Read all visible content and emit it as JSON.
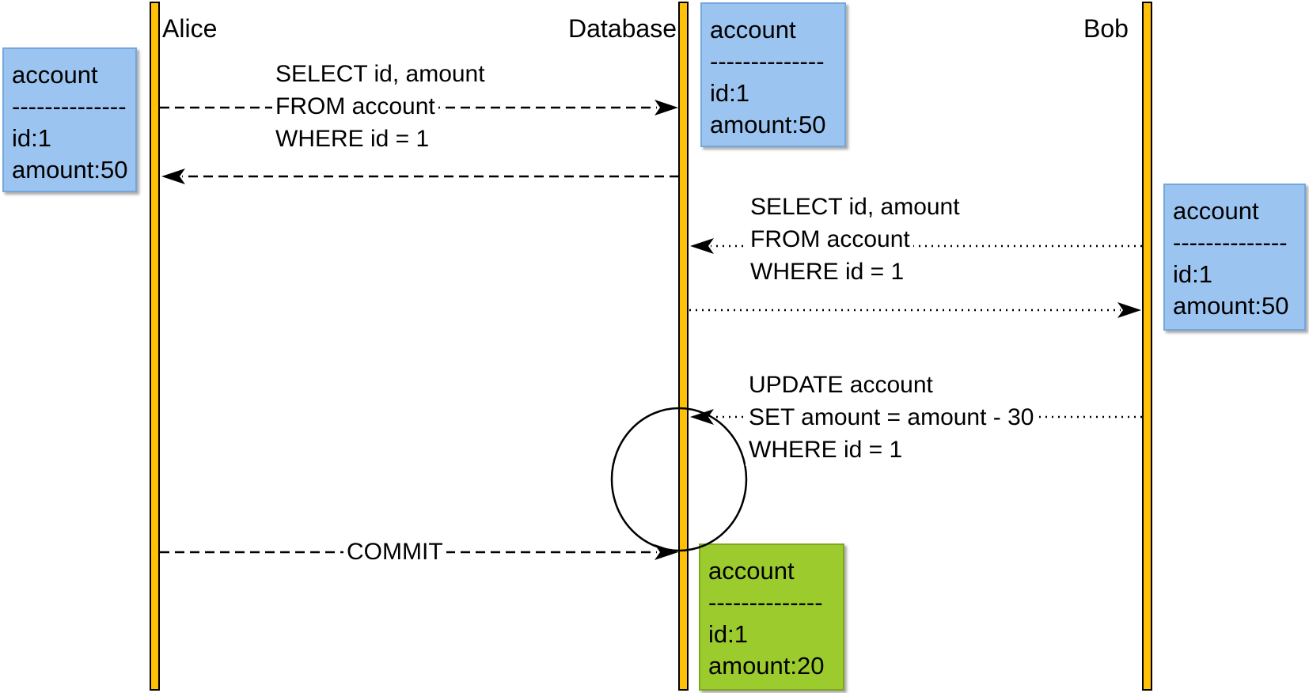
{
  "actors": [
    {
      "name": "Alice"
    },
    {
      "name": "Database"
    },
    {
      "name": "Bob"
    }
  ],
  "state_boxes": [
    {
      "owner": "Alice",
      "title": "account",
      "divider": "--------------",
      "fields": [
        "id:1",
        "amount:50"
      ],
      "fill": "#9BC4F0"
    },
    {
      "owner": "Database",
      "title": "account",
      "divider": "--------------",
      "fields": [
        "id:1",
        "amount:50"
      ],
      "fill": "#9BC4F0"
    },
    {
      "owner": "Bob",
      "title": "account",
      "divider": "--------------",
      "fields": [
        "id:1",
        "amount:50"
      ],
      "fill": "#9BC4F0"
    },
    {
      "owner": "Database",
      "title": "account",
      "divider": "--------------",
      "fields": [
        "id:1",
        "amount:20"
      ],
      "fill": "#9CCB2D"
    }
  ],
  "messages": [
    {
      "from": "Alice",
      "to": "Database",
      "style": "dashed",
      "lines": [
        "SELECT id, amount",
        "FROM account",
        "WHERE id = 1"
      ]
    },
    {
      "from": "Database",
      "to": "Alice",
      "style": "dashed",
      "lines": []
    },
    {
      "from": "Bob",
      "to": "Database",
      "style": "dotted",
      "lines": [
        "SELECT id, amount",
        "FROM account",
        "WHERE id = 1"
      ]
    },
    {
      "from": "Database",
      "to": "Bob",
      "style": "dotted",
      "lines": []
    },
    {
      "from": "Bob",
      "to": "Database",
      "style": "dotted",
      "lines": [
        "UPDATE account",
        "SET amount = amount - 30",
        "WHERE id = 1"
      ]
    },
    {
      "from": "Alice",
      "to": "Database",
      "style": "dashed",
      "lines": [
        "COMMIT"
      ]
    }
  ],
  "self_loop": {
    "on": "Database"
  },
  "colors": {
    "lifeline_fill": "#FFC107",
    "box_blue_fill": "#9BC4F0",
    "box_green_fill": "#9CCB2D",
    "stroke": "#000000",
    "background": "#FFFFFF"
  }
}
